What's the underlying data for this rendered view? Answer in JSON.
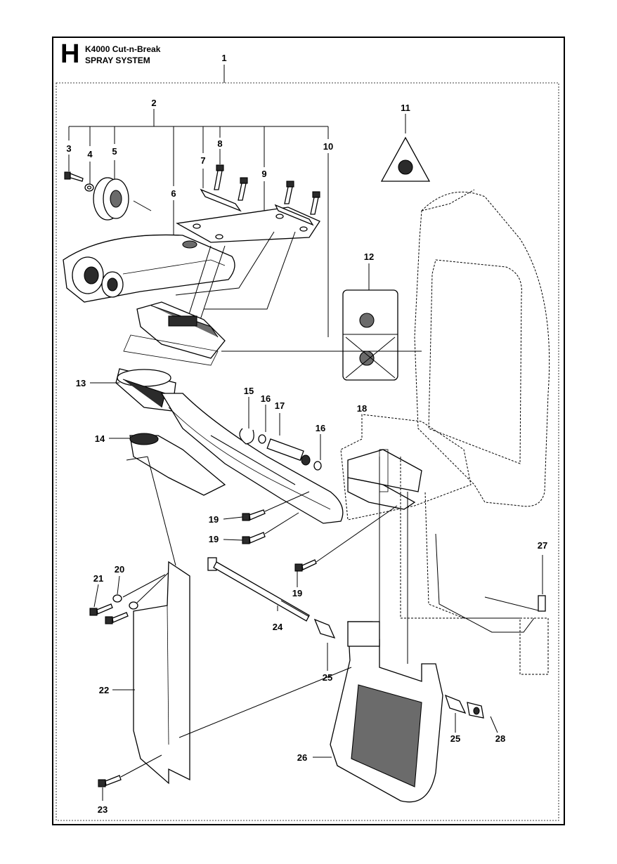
{
  "header": {
    "section_letter": "H",
    "model": "K4000 Cut-n-Break",
    "section": "SPRAY SYSTEM"
  },
  "callouts": [
    "1",
    "2",
    "3",
    "4",
    "5",
    "6",
    "7",
    "8",
    "9",
    "10",
    "11",
    "12",
    "13",
    "14",
    "15",
    "16",
    "16",
    "17",
    "18",
    "19",
    "19",
    "19",
    "20",
    "21",
    "22",
    "23",
    "24",
    "25",
    "25",
    "26",
    "27",
    "28"
  ]
}
